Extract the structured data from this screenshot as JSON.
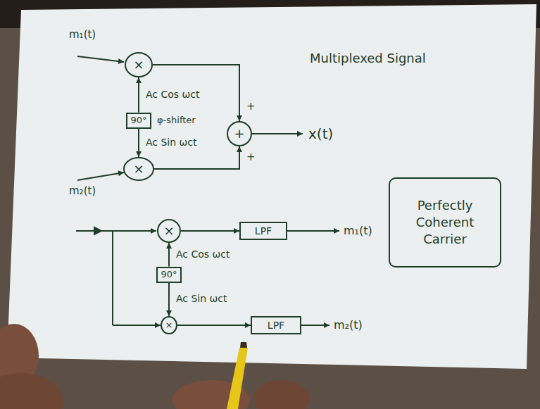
{
  "diagram": {
    "nodes": [
      {
        "text": [
          "×"
        ]
      },
      {
        "text": [
          "90°",
          "φ-shifter"
        ]
      },
      {
        "text": [
          "+"
        ]
      },
      {
        "text": [
          "×"
        ]
      },
      {
        "text": [
          "×"
        ]
      },
      {
        "text": [
          "LPF"
        ]
      },
      {
        "text": [
          "Perfectly Coherent Carrier"
        ]
      },
      {
        "text": [
          "90°"
        ]
      },
      {
        "text": [
          "×"
        ]
      },
      {
        "text": [
          "LPF"
        ]
      }
    ],
    "edges": [
      {
        "from": 0,
        "to": 2,
        "arrow": "to"
      },
      {
        "from": 3,
        "to": 2,
        "arrow": "to"
      },
      {
        "from": 1,
        "to": 0,
        "arrow": "to",
        "label": "Ac Cos ωct"
      },
      {
        "from": 1,
        "to": 3,
        "arrow": "to",
        "label": "Ac Sin ωct"
      },
      {
        "from": 4,
        "to": 5,
        "arrow": "to"
      },
      {
        "from": 7,
        "to": 4,
        "arrow": "to",
        "label": "Ac Cos ωct"
      },
      {
        "from": 7,
        "to": 8,
        "arrow": "to",
        "label": "Ac Sin ωct"
      },
      {
        "from": 8,
        "to": 9,
        "arrow": "to"
      }
    ],
    "labels": [
      "m₁(t)",
      "Multiplexed Signal",
      "+",
      "x(t)",
      "+",
      "m₂(t)",
      "m₁(t)",
      "m₂(t)"
    ]
  }
}
